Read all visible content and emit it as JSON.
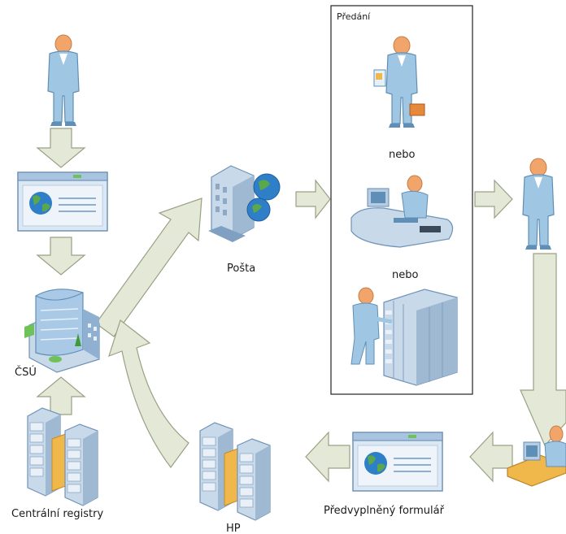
{
  "labels": {
    "predani": "Předání",
    "nebo1": "nebo",
    "nebo2": "nebo",
    "posta": "Pošta",
    "csu": "ČSÚ",
    "centralni_registry": "Centrální registry",
    "hp": "HP",
    "predvyplneny_formular": "Předvyplněný formulář"
  },
  "colors": {
    "arrow_fill": "#e4e8d6",
    "arrow_stroke": "#9aa084",
    "person": "#9fc6e2",
    "person_dark": "#5f8fb6",
    "skin": "#f2a56b",
    "server": "#c8d9ea",
    "server_dark": "#7fa0c0",
    "drawer": "#f0b84a",
    "globe": "#2f7fc8",
    "globe_land": "#5aa84a"
  }
}
